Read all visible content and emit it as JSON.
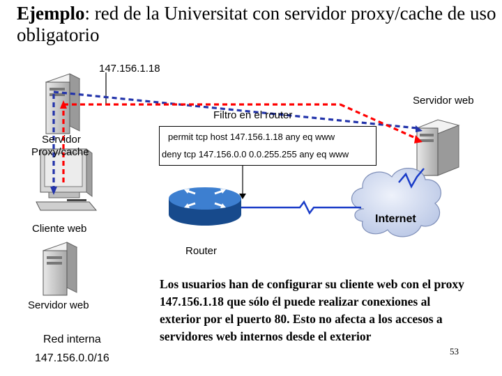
{
  "title": {
    "bold": "Ejemplo",
    "rest": ": red de la Universitat con servidor proxy/cache de uso obligatorio"
  },
  "labels": {
    "ip_top": "147.156.1.18",
    "servidor_web_ext": "Servidor web",
    "filtro": "Filtro en el router",
    "proxy_line1": "Servidor",
    "proxy_line2": "Proxy/cache",
    "cliente": "Cliente web",
    "router": "Router",
    "internet": "Internet",
    "servidor_web_int": "Servidor web",
    "red_interna": "Red interna",
    "red_prefix": "147.156.0.0/16"
  },
  "rules": {
    "line1": "permit tcp host 147.156.1.18 any eq www",
    "line2": "deny tcp 147.156.0.0 0.0.255.255 any eq www"
  },
  "note": "Los usuarios han de configurar su cliente web con el proxy 147.156.1.18 que sólo él puede realizar conexiones al exterior por el puerto 80. Esto no afecta a los accesos a servidores web internos desde el exterior",
  "page_number": "53",
  "colors": {
    "red_path": "#ff0000",
    "blue_path": "#2233aa",
    "router": "#1f5fb0",
    "cloud": "#c9d5ee",
    "bolt": "#1a3cc8"
  }
}
